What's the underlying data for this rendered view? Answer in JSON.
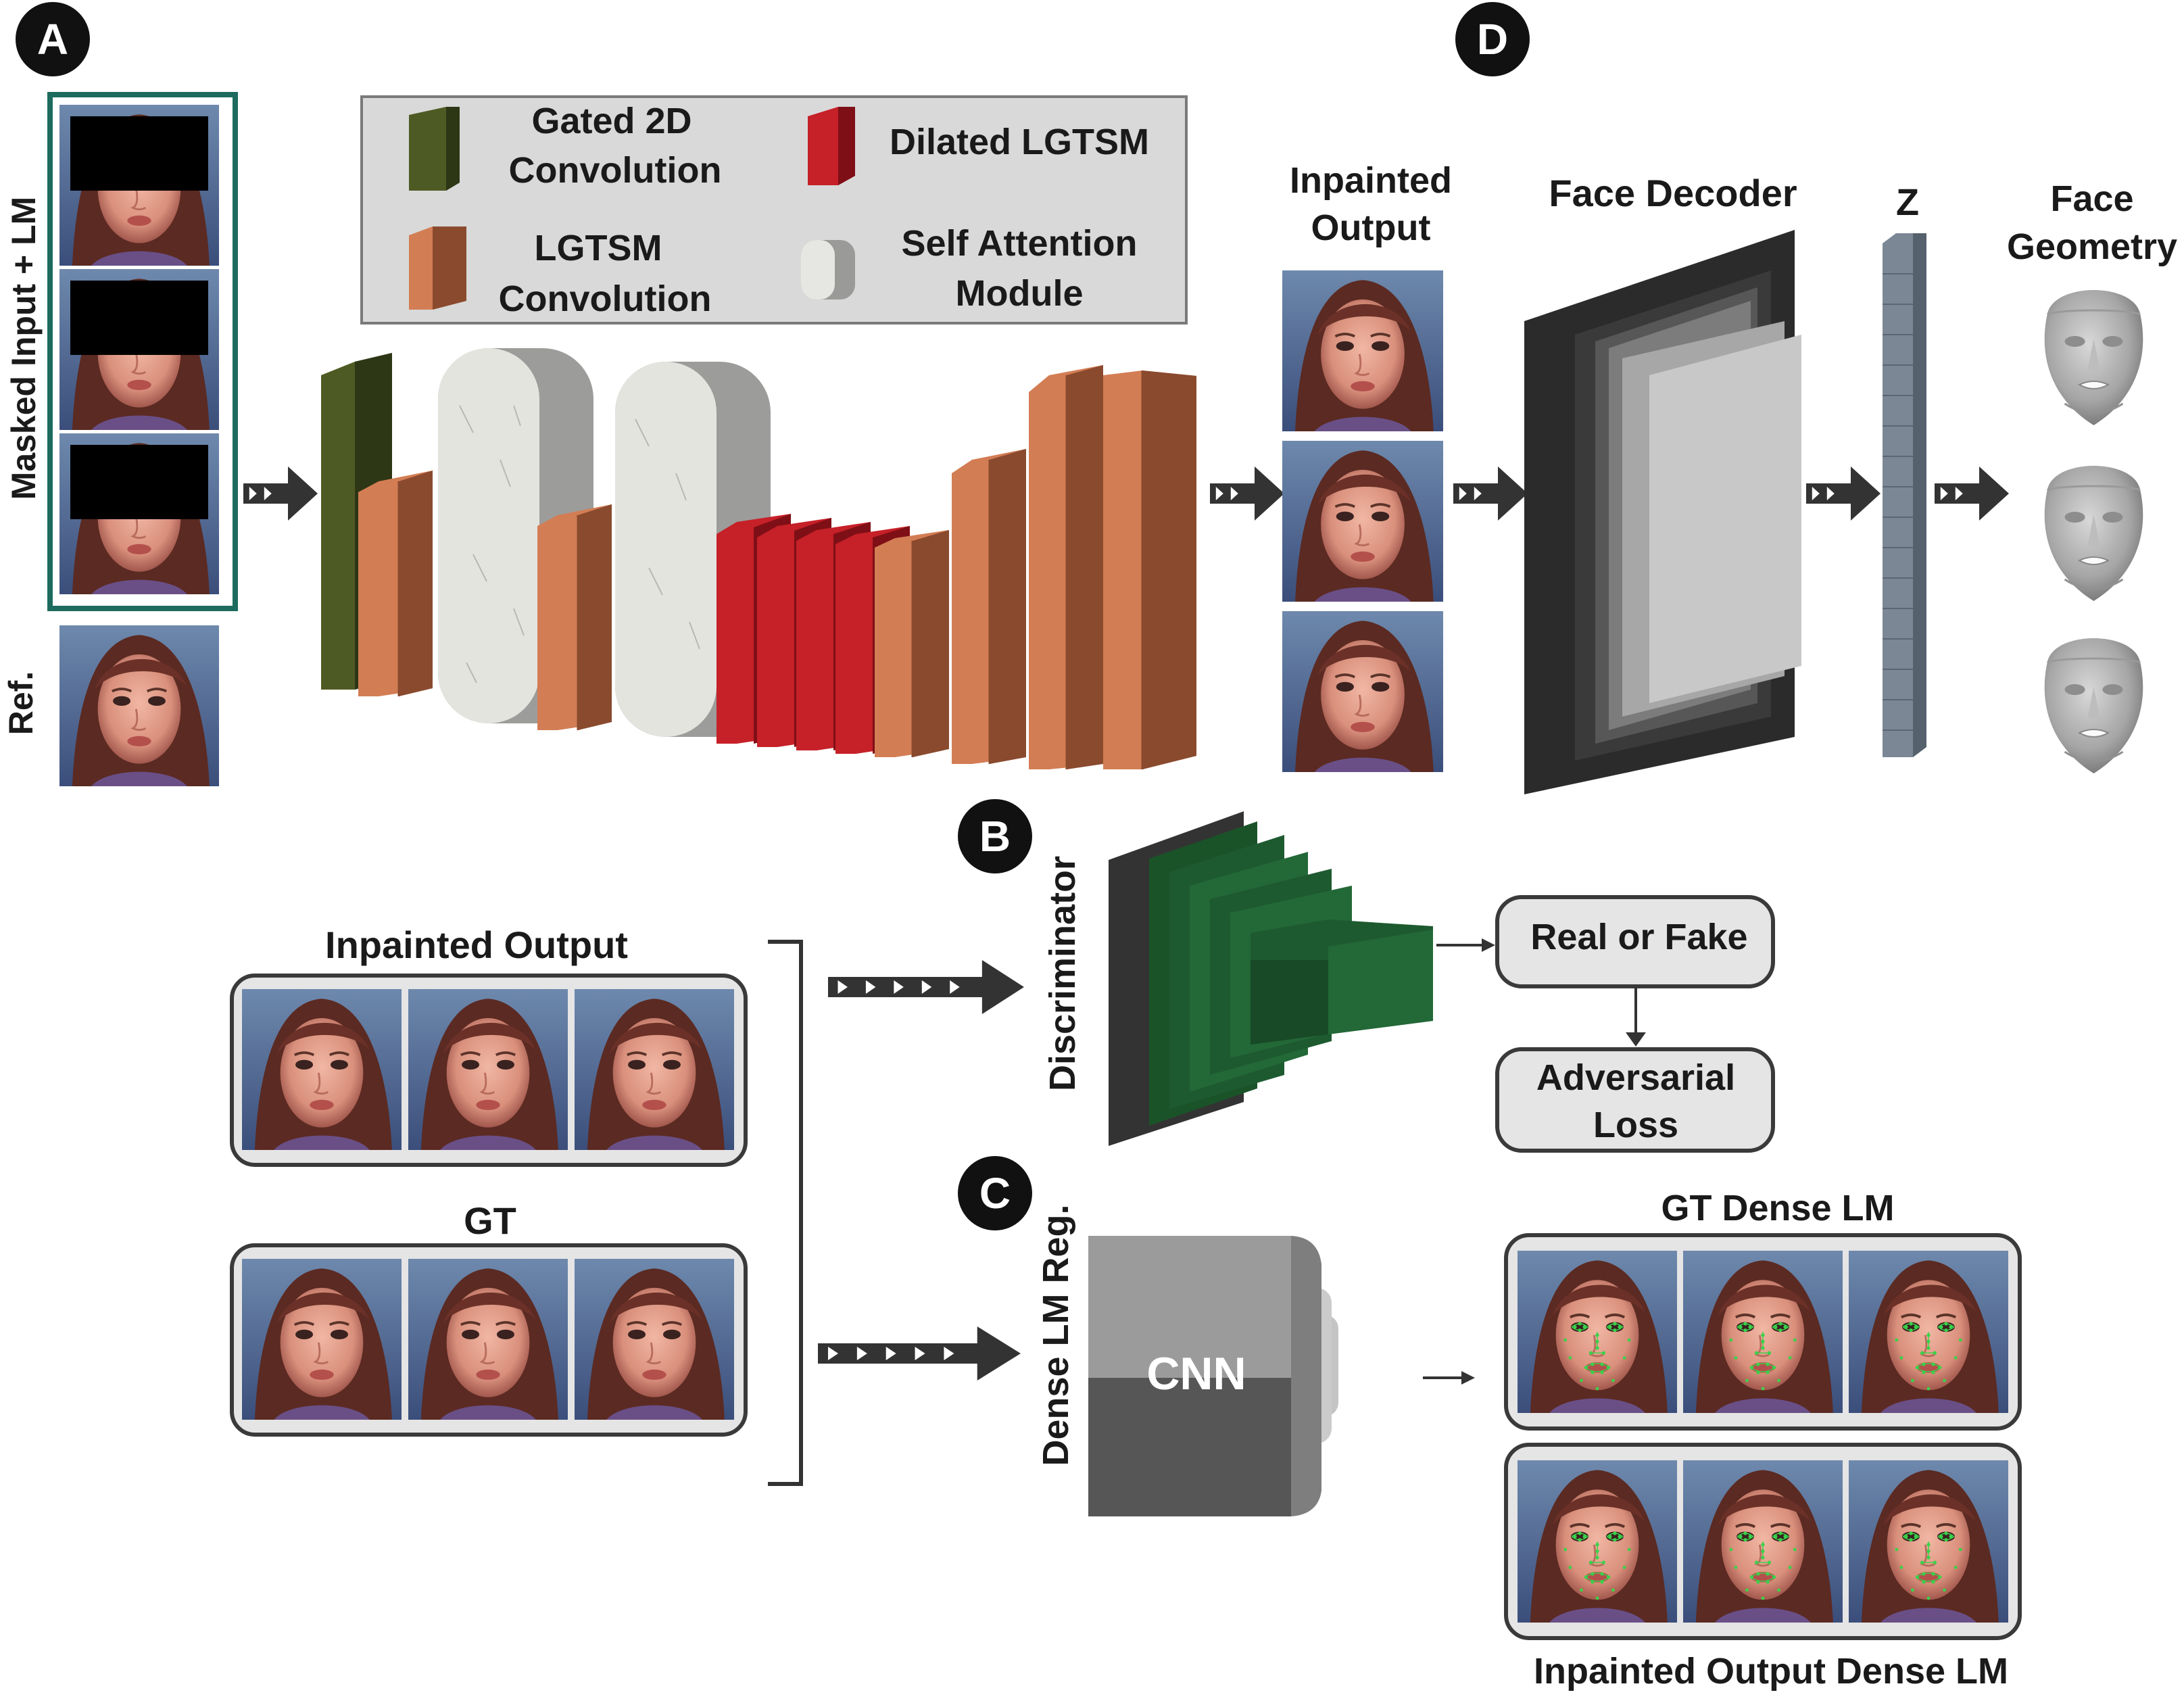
{
  "panels": {
    "a": "A",
    "b": "B",
    "c": "C",
    "d": "D"
  },
  "panel_a": {
    "masked_input_label": "Masked Input + LM",
    "ref_label": "Ref.",
    "legend": {
      "gated": [
        "Gated 2D",
        "Convolution"
      ],
      "dilated": "Dilated LGTSM",
      "lgtsm": [
        "LGTSM",
        "Convolution"
      ],
      "attention": [
        "Self Attention",
        "Module"
      ]
    },
    "inpainted_output": [
      "Inpainted",
      "Output"
    ]
  },
  "panel_d": {
    "face_decoder": "Face Decoder",
    "z": "Z",
    "face_geometry": [
      "Face",
      "Geometry"
    ]
  },
  "panel_b": {
    "inpainted_output": "Inpainted Output",
    "gt": "GT",
    "discriminator": "Discriminator",
    "real_or_fake": "Real or Fake",
    "adversarial_loss": [
      "Adversarial",
      "Loss"
    ]
  },
  "panel_c": {
    "dense_lm_reg": "Dense LM Reg.",
    "cnn": "CNN",
    "gt_dense_lm": "GT Dense LM",
    "inpainted_dense_lm": "Inpainted Output Dense LM"
  },
  "colors": {
    "gated": "#4e5a23",
    "lgtsm": "#d37d54",
    "dilated": "#c62028",
    "attention": "#dcdcd6",
    "teal_border": "#1d6b5e",
    "disc_green": "#1e5a30"
  }
}
